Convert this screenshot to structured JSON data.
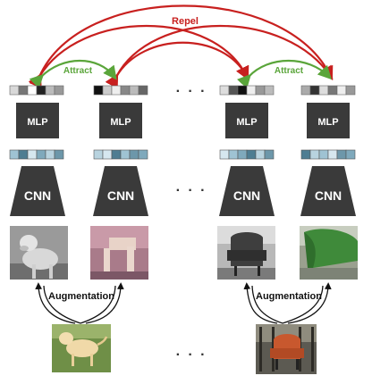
{
  "labels": {
    "repel": "Repel",
    "attract_left": "Attract",
    "attract_right": "Attract",
    "augmentation_left": "Augmentation",
    "augmentation_right": "Augmentation",
    "mlp": "MLP",
    "cnn": "CNN",
    "ellipsis": "· · ·"
  },
  "colors": {
    "repel": "#c8201f",
    "attract": "#5aa53a",
    "block": "#3a3a3a",
    "mlp_embedding": [
      "#d8d8d8",
      "#222222",
      "#ffffff",
      "#777777",
      "#bbbbbb",
      "#999999"
    ],
    "cnn_embedding": [
      "#9fc3d3",
      "#4e7d92",
      "#d6e7ef",
      "#7fa9bc",
      "#b8d3df",
      "#6d97aa"
    ]
  },
  "images": {
    "source_left": "dog",
    "source_right": "chair",
    "views": [
      "dog-grayscale-crop",
      "dog-legs-crop",
      "chair-grayscale-crop",
      "chair-green-crop"
    ]
  }
}
